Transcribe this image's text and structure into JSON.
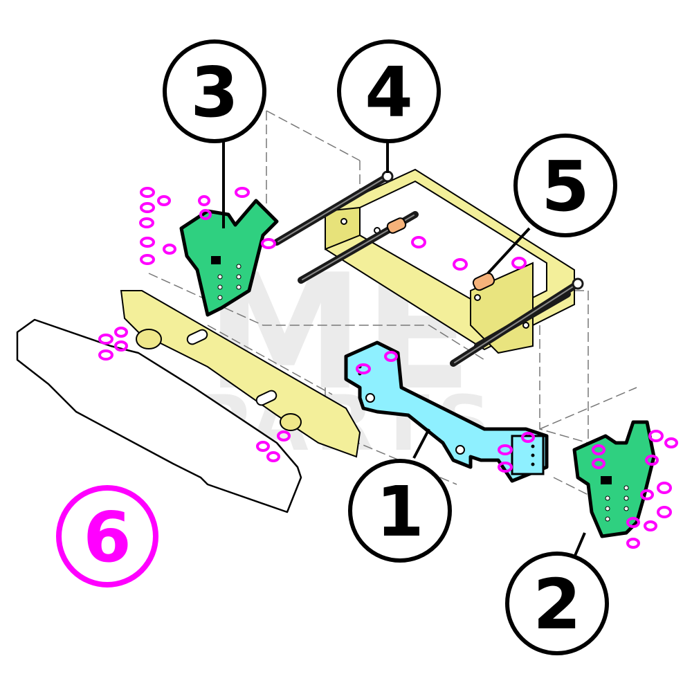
{
  "diagram": {
    "callouts": [
      {
        "id": "c1",
        "label": "1",
        "part": "main crossbar",
        "color": "#000000"
      },
      {
        "id": "c2",
        "label": "2",
        "part": "right side bracket",
        "color": "#000000"
      },
      {
        "id": "c3",
        "label": "3",
        "part": "left side bracket",
        "color": "#000000"
      },
      {
        "id": "c4",
        "label": "4",
        "part": "long bolts",
        "color": "#000000"
      },
      {
        "id": "c5",
        "label": "5",
        "part": "spacers",
        "color": "#000000"
      },
      {
        "id": "c6",
        "label": "6",
        "part": "hardware",
        "color": "#ff00ff"
      }
    ],
    "watermark": {
      "line1": "ME",
      "line2": "PARTS"
    },
    "colors": {
      "hardware": "#ff00ff",
      "bracket": "#2fd080",
      "crossbar": "#8ef0ff",
      "frame": "#f3ef9a",
      "outline": "#000000",
      "spacer": "#f5b27a",
      "bolt": "#1a1a1a"
    }
  }
}
